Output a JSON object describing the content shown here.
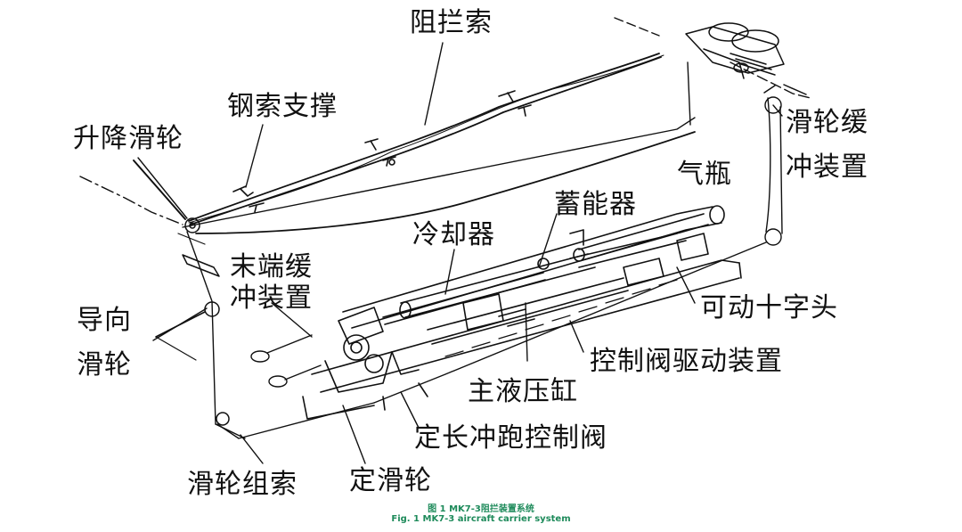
{
  "labels": {
    "arresting_cable": "阻拦索",
    "cable_support": "钢索支撑",
    "lifting_sheave": "升降滑轮",
    "sheave_damper": [
      "滑轮缓",
      "冲装置"
    ],
    "gas_cylinder": "气瓶",
    "accumulator": "蓄能器",
    "cooler": "冷却器",
    "end_damper": [
      "末端缓",
      "冲装置"
    ],
    "guide_sheave": [
      "导向",
      "滑轮"
    ],
    "movable_crosshead": "可动十字头",
    "control_valve_drive": "控制阀驱动装置",
    "main_cylinder": "主液压缸",
    "fixed_length_valve": "定长冲跑控制阀",
    "sheave_cable": "滑轮组索",
    "fixed_sheave": "定滑轮"
  },
  "caption": {
    "zh": "图 1 MK7-3阻拦装置系统",
    "en": "Fig. 1 MK7-3 aircraft carrier system"
  }
}
